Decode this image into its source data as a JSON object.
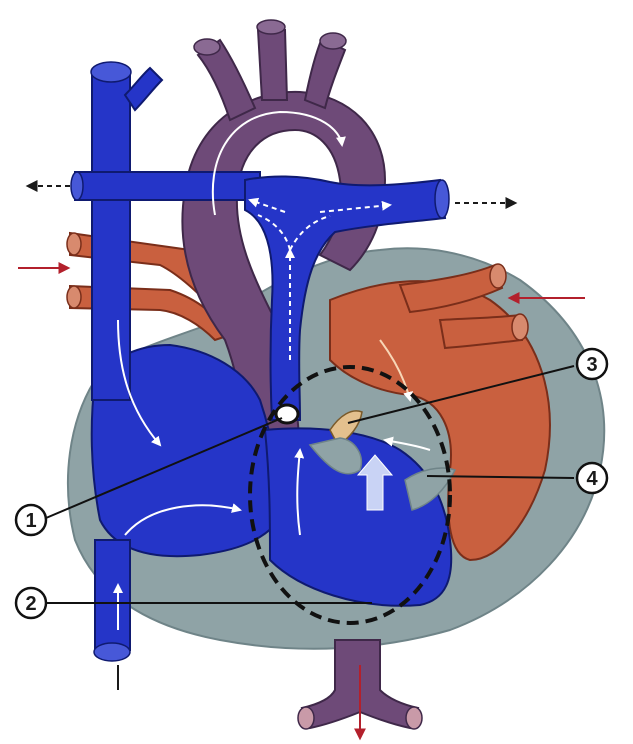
{
  "diagram": {
    "colors": {
      "deoxygenated_blood": "#2535c8",
      "oxygenated_blood": "#c9603f",
      "aorta": "#6e4a78",
      "heart_wall": "#8fa3a6",
      "flow_arrow": "#ffffff",
      "external_arrow": "#1a1a1a",
      "inflow_arrow": "#b3202c",
      "defect_outline": "#111111"
    },
    "callouts": [
      {
        "label": "1"
      },
      {
        "label": "2"
      },
      {
        "label": "3"
      },
      {
        "label": "4"
      }
    ]
  }
}
